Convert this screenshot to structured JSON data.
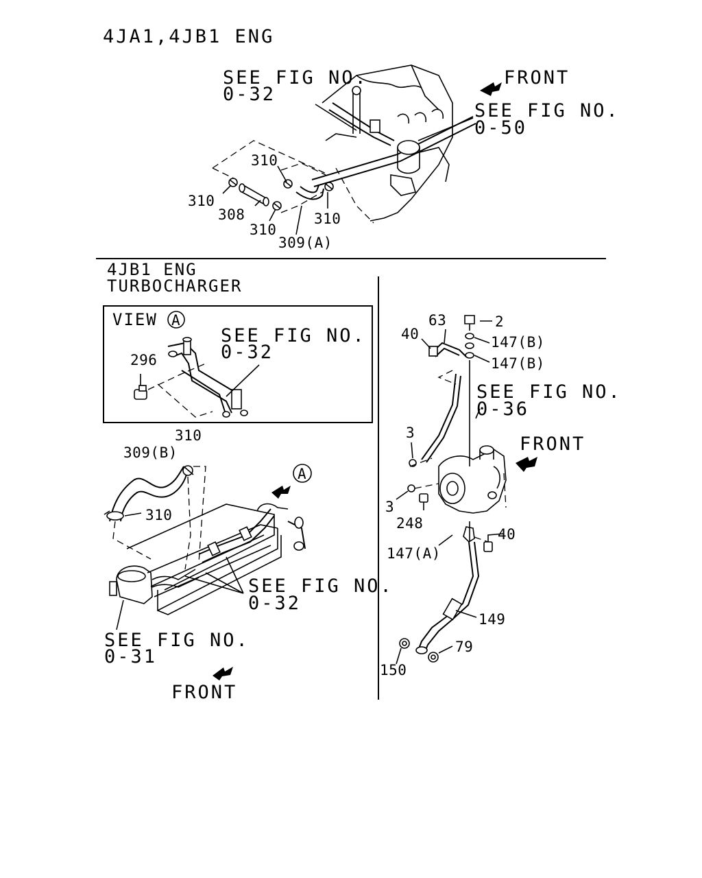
{
  "header": {
    "title": "4JA1,4JB1 ENG"
  },
  "top_section": {
    "see_fig_left": {
      "line1": "SEE FIG NO.",
      "line2": "0-32"
    },
    "see_fig_right": {
      "line1": "SEE FIG NO.",
      "line2": "0-50"
    },
    "front_label": "FRONT",
    "callouts": {
      "p310_upper": "310",
      "p310_left": "310",
      "p308": "308",
      "p310_bottom": "310",
      "p310_right": "310",
      "p309a": "309(A)"
    }
  },
  "turbo_section": {
    "title_line1": "4JB1 ENG",
    "title_line2": "TURBOCHARGER",
    "view_box": {
      "view_label": "VIEW",
      "view_letter": "A",
      "see_fig": {
        "line1": "SEE FIG NO.",
        "line2": "0-32"
      },
      "p296": "296"
    },
    "left_diagram": {
      "p310_top": "310",
      "p309b": "309(B)",
      "p310_clamp": "310",
      "view_letter": "A",
      "see_fig_032": {
        "line1": "SEE FIG NO.",
        "line2": "0-32"
      },
      "see_fig_031": {
        "line1": "SEE FIG NO.",
        "line2": "0-31"
      },
      "front_label": "FRONT"
    },
    "right_diagram": {
      "p63": "63",
      "p2": "2",
      "p40_top": "40",
      "p147b_1": "147(B)",
      "p147b_2": "147(B)",
      "see_fig_036": {
        "line1": "SEE FIG NO.",
        "line2": "0-36"
      },
      "p3_upper": "3",
      "front_label": "FRONT",
      "p3_lower": "3",
      "p248": "248",
      "p40_lower": "40",
      "p147a": "147(A)",
      "p149": "149",
      "p79": "79",
      "p150": "150"
    }
  }
}
